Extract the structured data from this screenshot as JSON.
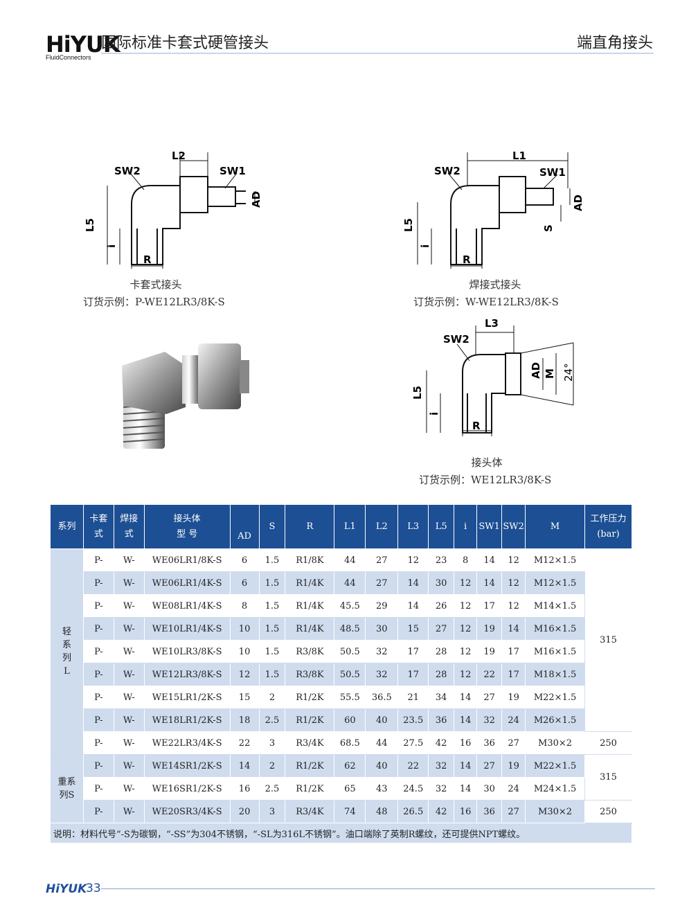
{
  "header": {
    "logo": "HiYUK",
    "logo_sub": "FluidConnectors",
    "title": "国际标准卡套式硬管接头",
    "section": "端直角接头"
  },
  "drawings": [
    {
      "labels": {
        "l2": "L2",
        "sw2": "SW2",
        "sw1": "SW1",
        "ad": "AD",
        "l5": "L5",
        "i": "i",
        "r": "R"
      },
      "caption": "卡套式接头",
      "order_example": "订货示例：P-WE12LR3/8K-S"
    },
    {
      "labels": {
        "l1": "L1",
        "sw2": "SW2",
        "sw1": "SW1",
        "ad": "AD",
        "s": "S",
        "l5": "L5",
        "i": "i",
        "r": "R"
      },
      "caption": "焊接式接头",
      "order_example": "订货示例：W-WE12LR3/8K-S"
    },
    {
      "labels": {
        "l3": "L3",
        "sw2": "SW2",
        "ad": "AD",
        "m": "M",
        "angle": "24°",
        "l5": "L5",
        "i": "i",
        "r": "R"
      },
      "caption": "接头体",
      "order_example": "订货示例：WE12LR3/8K-S"
    }
  ],
  "table": {
    "headers": {
      "series": "系列",
      "ka_1": "卡套",
      "ka_2": "式",
      "han_1": "焊接",
      "han_2": "式",
      "body_1": "接头体",
      "body_2": "型  号",
      "ad": "AD",
      "s": "S",
      "r": "R",
      "l1": "L1",
      "l2": "L2",
      "l3": "L3",
      "l5": "L5",
      "i": "i",
      "sw1": "SW1",
      "sw2": "SW2",
      "m": "M",
      "press_1": "工作压力",
      "press_2": "(bar)"
    },
    "series_light": [
      "轻",
      "系",
      "列",
      "L"
    ],
    "series_heavy": [
      "重系",
      "列S"
    ],
    "rows": [
      {
        "p": "P-",
        "w": "W-",
        "model": "WE06LR1/8K-S",
        "ad": "6",
        "s": "1.5",
        "r": "R1/8K",
        "l1": "44",
        "l2": "27",
        "l3": "12",
        "l5": "23",
        "i": "8",
        "sw1": "14",
        "sw2": "12",
        "m": "M12×1.5"
      },
      {
        "p": "P-",
        "w": "W-",
        "model": "WE06LR1/4K-S",
        "ad": "6",
        "s": "1.5",
        "r": "R1/4K",
        "l1": "44",
        "l2": "27",
        "l3": "14",
        "l5": "30",
        "i": "12",
        "sw1": "14",
        "sw2": "12",
        "m": "M12×1.5"
      },
      {
        "p": "P-",
        "w": "W-",
        "model": "WE08LR1/4K-S",
        "ad": "8",
        "s": "1.5",
        "r": "R1/4K",
        "l1": "45.5",
        "l2": "29",
        "l3": "14",
        "l5": "26",
        "i": "12",
        "sw1": "17",
        "sw2": "12",
        "m": "M14×1.5"
      },
      {
        "p": "P-",
        "w": "W-",
        "model": "WE10LR1/4K-S",
        "ad": "10",
        "s": "1.5",
        "r": "R1/4K",
        "l1": "48.5",
        "l2": "30",
        "l3": "15",
        "l5": "27",
        "i": "12",
        "sw1": "19",
        "sw2": "14",
        "m": "M16×1.5"
      },
      {
        "p": "P-",
        "w": "W-",
        "model": "WE10LR3/8K-S",
        "ad": "10",
        "s": "1.5",
        "r": "R3/8K",
        "l1": "50.5",
        "l2": "32",
        "l3": "17",
        "l5": "28",
        "i": "12",
        "sw1": "19",
        "sw2": "17",
        "m": "M16×1.5"
      },
      {
        "p": "P-",
        "w": "W-",
        "model": "WE12LR3/8K-S",
        "ad": "12",
        "s": "1.5",
        "r": "R3/8K",
        "l1": "50.5",
        "l2": "32",
        "l3": "17",
        "l5": "28",
        "i": "12",
        "sw1": "22",
        "sw2": "17",
        "m": "M18×1.5"
      },
      {
        "p": "P-",
        "w": "W-",
        "model": "WE15LR1/2K-S",
        "ad": "15",
        "s": "2",
        "r": "R1/2K",
        "l1": "55.5",
        "l2": "36.5",
        "l3": "21",
        "l5": "34",
        "i": "14",
        "sw1": "27",
        "sw2": "19",
        "m": "M22×1.5"
      },
      {
        "p": "P-",
        "w": "W-",
        "model": "WE18LR1/2K-S",
        "ad": "18",
        "s": "2.5",
        "r": "R1/2K",
        "l1": "60",
        "l2": "40",
        "l3": "23.5",
        "l5": "36",
        "i": "14",
        "sw1": "32",
        "sw2": "24",
        "m": "M26×1.5"
      },
      {
        "p": "P-",
        "w": "W-",
        "model": "WE22LR3/4K-S",
        "ad": "22",
        "s": "3",
        "r": "R3/4K",
        "l1": "68.5",
        "l2": "44",
        "l3": "27.5",
        "l5": "42",
        "i": "16",
        "sw1": "36",
        "sw2": "27",
        "m": "M30×2"
      },
      {
        "p": "P-",
        "w": "W-",
        "model": "WE14SR1/2K-S",
        "ad": "14",
        "s": "2",
        "r": "R1/2K",
        "l1": "62",
        "l2": "40",
        "l3": "22",
        "l5": "32",
        "i": "14",
        "sw1": "27",
        "sw2": "19",
        "m": "M22×1.5"
      },
      {
        "p": "P-",
        "w": "W-",
        "model": "WE16SR1/2K-S",
        "ad": "16",
        "s": "2.5",
        "r": "R1/2K",
        "l1": "65",
        "l2": "43",
        "l3": "24.5",
        "l5": "32",
        "i": "14",
        "sw1": "30",
        "sw2": "24",
        "m": "M24×1.5"
      },
      {
        "p": "P-",
        "w": "W-",
        "model": "WE20SR3/4K-S",
        "ad": "20",
        "s": "3",
        "r": "R3/4K",
        "l1": "74",
        "l2": "48",
        "l3": "26.5",
        "l5": "42",
        "i": "16",
        "sw1": "36",
        "sw2": "27",
        "m": "M30×2"
      }
    ],
    "pressures": [
      "315",
      "250",
      "315",
      "250"
    ],
    "note": "说明：材料代号“-S为碳钢，“-SS”为304不锈钢，“-SL为316L不锈钢”。油口端除了英制R螺纹，还可提供NPT螺纹。"
  },
  "footer": {
    "logo": "HiYUK",
    "page": "33"
  }
}
